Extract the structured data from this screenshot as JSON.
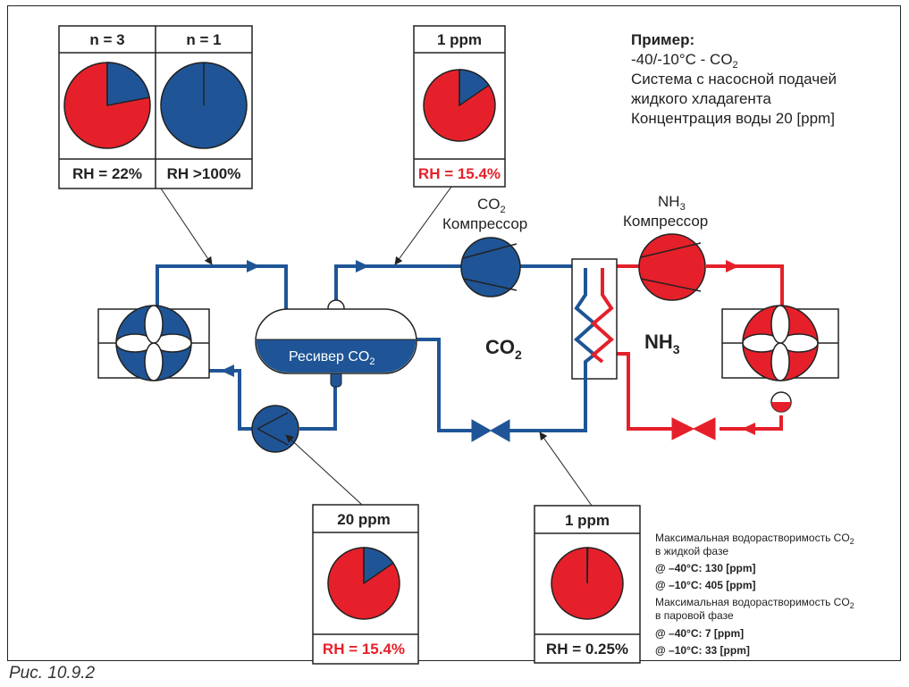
{
  "colors": {
    "blue": "#1f5596",
    "red": "#e5202a",
    "dark": "#222222"
  },
  "example": {
    "title": "Пример:",
    "line1_prefix": "-40/-10°C - CO",
    "line1_sub": "2",
    "line2": "Система с насосной подачей",
    "line3": "жидкого хладагента",
    "line4": "Концентрация воды 20 [ppm]"
  },
  "box_evaporator": {
    "left_header": "n = 3",
    "right_header": "n = 1",
    "left_footer": "RH = 22%",
    "right_footer": "RH >100%",
    "left_blue_fraction": 0.22,
    "right_blue_fraction": 1.0
  },
  "box_suction": {
    "header": "1 ppm",
    "footer": "RH = 15.4%",
    "blue_fraction": 0.154
  },
  "box_pump": {
    "header": "20 ppm",
    "footer": "RH = 15.4%",
    "blue_fraction": 0.154
  },
  "box_liquid": {
    "header": "1 ppm",
    "footer": "RH = 0.25%",
    "blue_fraction": 0.0025
  },
  "labels": {
    "co2_comp_prefix": "CO",
    "co2_comp_sub": "2",
    "co2_comp_name": "Компрессор",
    "nh3_comp_prefix": "NH",
    "nh3_comp_sub": "3",
    "nh3_comp_name": "Компрессор",
    "receiver_prefix": "Ресивер CO",
    "receiver_sub": "2",
    "co2_main": "CO",
    "co2_main_sub": "2",
    "nh3_main": "NH",
    "nh3_main_sub": "3"
  },
  "solubility": {
    "liquid_title_prefix": "Максимальная водорастворимость CO",
    "liquid_title_sub": "2",
    "liquid_title_line2": "в жидкой фазе",
    "liquid_v1": "@ –40°C: 130 [ppm]",
    "liquid_v2": "@ –10°C: 405 [ppm]",
    "vapor_title_prefix": "Максимальная водорастворимость CO",
    "vapor_title_sub": "2",
    "vapor_title_line2": "в паровой фазе",
    "vapor_v1": "@ –40°C: 7 [ppm]",
    "vapor_v2": "@ –10°C: 33 [ppm]"
  },
  "caption": "Рис. 10.9.2"
}
